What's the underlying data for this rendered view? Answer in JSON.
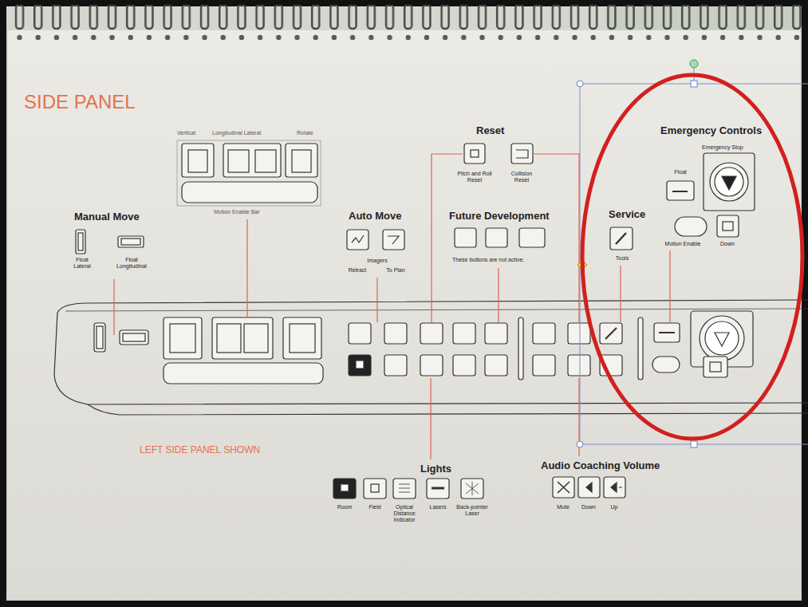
{
  "diagram": {
    "title": "SIDE PANEL",
    "labels": [
      "Vertical",
      "Longitudinal Lateral",
      "Rotate",
      "Motion Enable Bar",
      "Manual Move",
      "Float Lateral",
      "Float Longitudinal",
      "Auto Move",
      "Imagers",
      "Retract",
      "To Plan",
      "Reset",
      "Pitch and Roll Reset",
      "Collision Reset",
      "Future Development",
      "These buttons are not active.",
      "Service",
      "Tools",
      "Emergency Controls",
      "Emergency Stop",
      "Float",
      "Motion Enable",
      "Down",
      "LEFT SIDE PANEL SHOWN",
      "Lights",
      "Room",
      "Field",
      "Optical Distance Indicator",
      "Lasers",
      "Back-pointer Laser",
      "Audio Coaching Volume",
      "Mute",
      "Down",
      "Up"
    ]
  }
}
